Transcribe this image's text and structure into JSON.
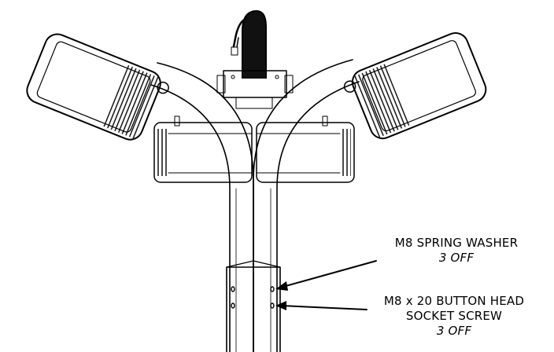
{
  "callouts": [
    {
      "part": "M8 SPRING WASHER",
      "qty": "3 OFF"
    },
    {
      "part_line1": "M8 x 20 BUTTON HEAD",
      "part_line2": "SOCKET SCREW",
      "qty": "3 OFF"
    }
  ],
  "colors": {
    "line": "#000000",
    "background": "#ffffff",
    "shade": "#1a1a1a"
  }
}
